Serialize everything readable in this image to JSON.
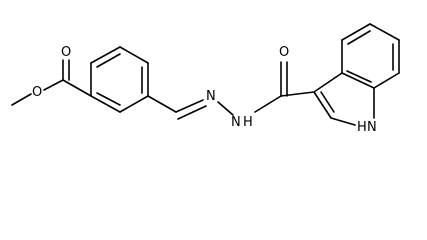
{
  "structure": {
    "atoms": {
      "carbonyl_oxygen": "O",
      "ester_oxygen": "O",
      "methyl_carbon": "",
      "hydrazone_nitrogen": "N",
      "amide_nitrogen": "N",
      "amide_hydrogen": "H",
      "amide_oxygen": "O",
      "indole_nitrogen": "N",
      "indole_hydrogen": "H"
    }
  }
}
